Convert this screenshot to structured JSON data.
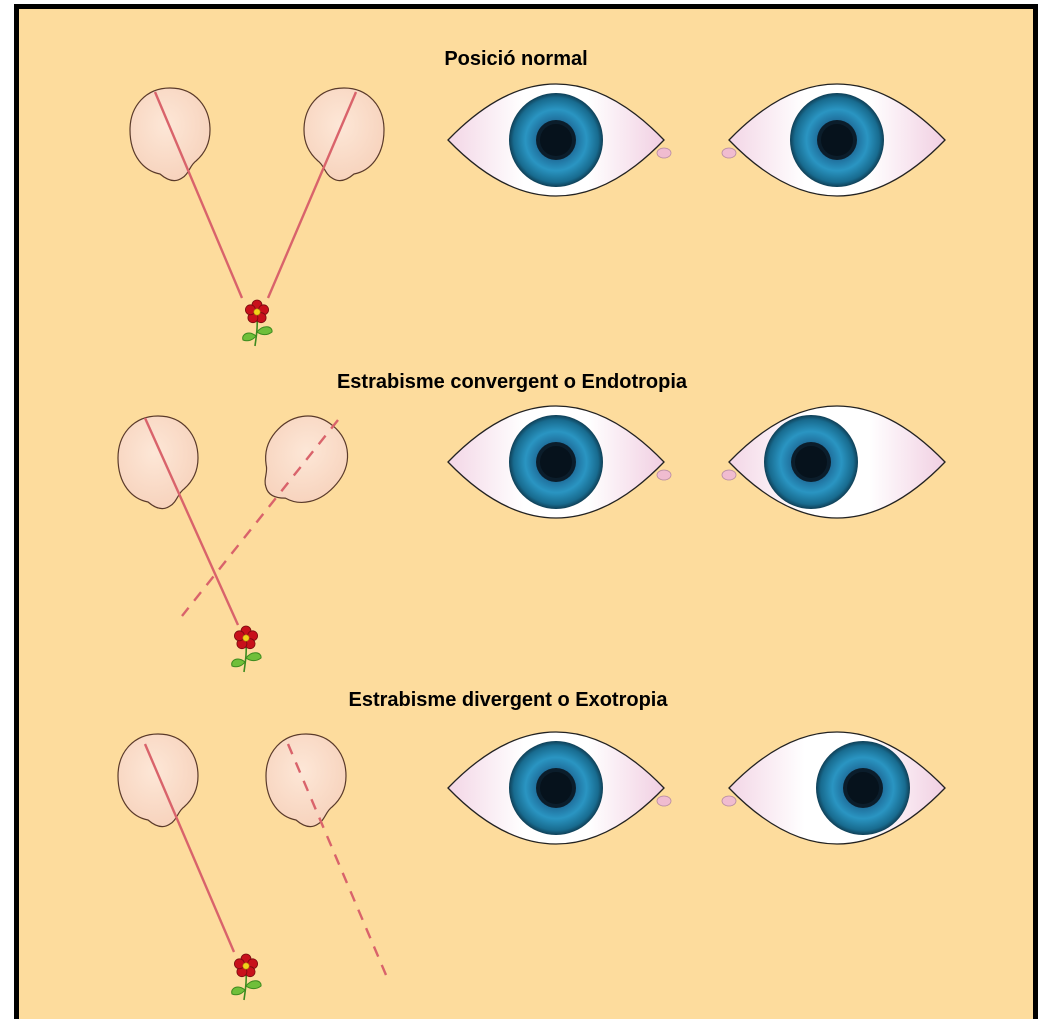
{
  "titles": {
    "normal": "Posició normal",
    "convergent": "Estrabisme convergent o Endotropia",
    "divergent": "Estrabisme divergent o Exotropia"
  },
  "colors": {
    "background": "#fddc9d",
    "eyeball": "#fbe1cf",
    "sight_line": "#d9636b",
    "iris": "#1f7ba5",
    "pupil": "#0b1d2b",
    "flower": "#c8101b",
    "stem": "#6fbf3a"
  },
  "rows": [
    {
      "name": "normal",
      "right_eye_gaze": "center",
      "second_ball_line": "solid"
    },
    {
      "name": "convergent",
      "right_eye_gaze": "inward",
      "second_ball_line": "dashed"
    },
    {
      "name": "divergent",
      "right_eye_gaze": "outward",
      "second_ball_line": "dashed"
    }
  ]
}
